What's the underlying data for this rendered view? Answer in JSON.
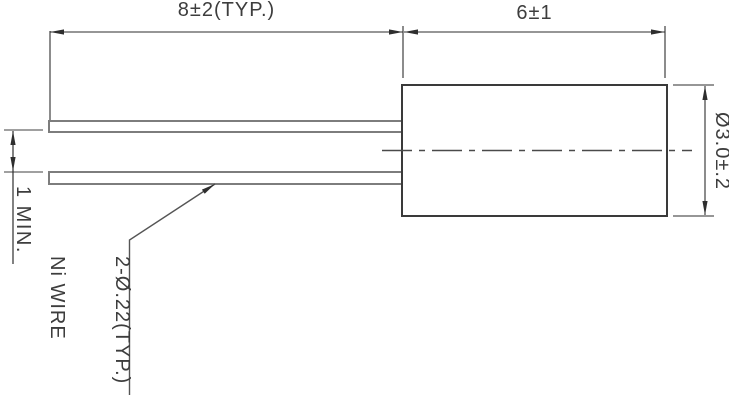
{
  "drawing": {
    "kind": "axial-leaded-component-outline-drawing",
    "labels": {
      "lead_length": "8±2(TYP.)",
      "body_length": "6±1",
      "body_diameter": "Ø3.0±.2",
      "lead_spacing_min": "1 MIN.",
      "wire_spec": "2-Ø.22(TYP.)",
      "wire_material": "Ni WIRE"
    },
    "colors": {
      "background": "#ffffff",
      "body_outline": "#3a3a3a",
      "wire_outline": "#7d7d7d",
      "dimension_line": "#2e2e2e",
      "centerline": "#4a4a4a",
      "text": "#3d3d3d"
    }
  }
}
